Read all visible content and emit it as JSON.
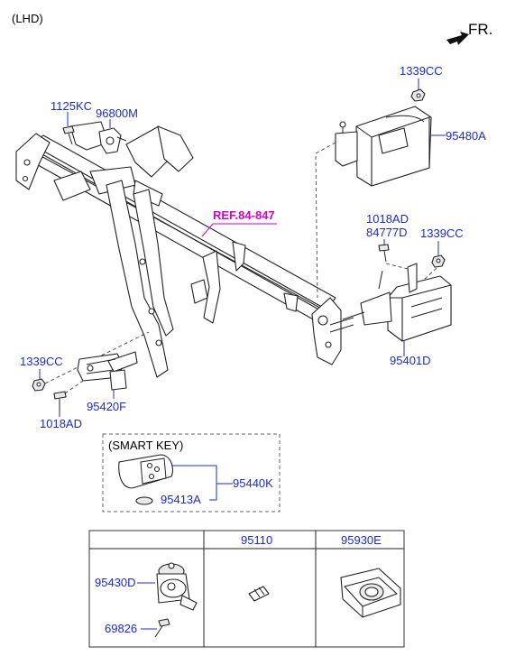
{
  "header": {
    "variant": "(LHD)",
    "direction": "FR."
  },
  "ref_label": "REF.84-847",
  "parts": {
    "p1125KC": "1125KC",
    "p96800M": "96800M",
    "p1339CC_top": "1339CC",
    "p95480A": "95480A",
    "p1018AD_right": "1018AD",
    "p84777D": "84777D",
    "p1339CC_right": "1339CC",
    "p95401D": "95401D",
    "p1339CC_left": "1339CC",
    "p95420F": "95420F",
    "p1018AD_left": "1018AD"
  },
  "smart_key": {
    "title": "(SMART KEY)",
    "p95440K": "95440K",
    "p95413A": "95413A"
  },
  "table": {
    "headers": [
      "",
      "95110",
      "95930E"
    ],
    "p95430D": "95430D",
    "p69826": "69826"
  },
  "colors": {
    "label": "#1a2bd1",
    "ref": "#d100c8"
  }
}
